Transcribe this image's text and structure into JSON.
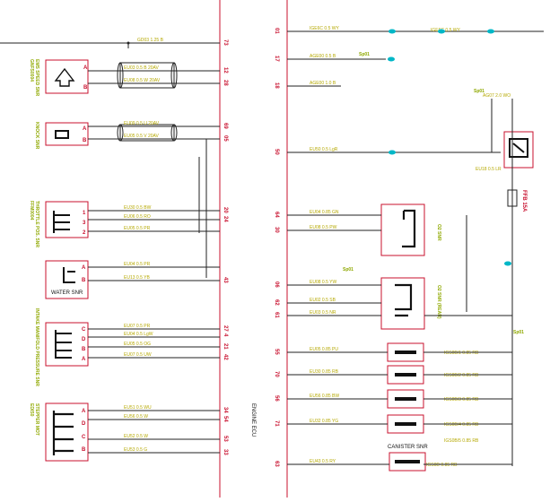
{
  "colors": {
    "wire": "#222222",
    "connector": "#c8102e",
    "label": "#b5a800",
    "splice": "#8fa800",
    "cyan": "#00b7c7"
  },
  "ecu": {
    "title": "ENGINE ECU"
  },
  "left_sensors": [
    {
      "id": "egs",
      "name": "EMS SPEED SNR",
      "part": "GNFS0004",
      "pin_labels": [
        "A",
        "B"
      ]
    },
    {
      "id": "knock",
      "name": "KNOCK SNR",
      "part": "",
      "pin_labels": [
        "A",
        "B"
      ]
    },
    {
      "id": "throttle",
      "name": "THROTTLE POS. SNR",
      "part": "FFM0004",
      "pin_labels": [
        "1",
        "3",
        "2"
      ]
    },
    {
      "id": "water",
      "name": "WATER SNR",
      "part": "",
      "pin_labels": [
        "A",
        "B"
      ]
    },
    {
      "id": "map",
      "name": "INTAKE MANIFOLD PRESSURE SNR",
      "part": "",
      "pin_labels": [
        "C",
        "D",
        "B",
        "A"
      ]
    },
    {
      "id": "stepper",
      "name": "STEPPER MOT",
      "part": "EDIS0",
      "pin_labels": [
        "A",
        "D",
        "C",
        "B"
      ]
    }
  ],
  "right_devices": [
    {
      "id": "o2up",
      "name": "O2 SNR"
    },
    {
      "id": "o2dn",
      "name": "O2 SNR (REAR)"
    },
    {
      "id": "canister",
      "name": "CANISTER SNR"
    },
    {
      "id": "fuse",
      "name": "FFB 15A"
    }
  ],
  "left_wires": [
    {
      "label": "GD03 1.25 B",
      "pin": "73"
    },
    {
      "label": "EU03 0.5 B 20AV",
      "pin": "12"
    },
    {
      "label": "EU08 0.5 W 20AV",
      "pin": "28"
    },
    {
      "label": "EU09 0.5 U 20AV",
      "pin": "69"
    },
    {
      "label": "EU05 0.5 V 20AV",
      "pin": "05"
    },
    {
      "label": "EU30 0.5 BW",
      "pin": "20"
    },
    {
      "label": "EU06 0.5 RO",
      "pin": "24"
    },
    {
      "label": "EU05 0.5 PR",
      "pin": ""
    },
    {
      "label": "EU04 0.5 PR",
      "pin": ""
    },
    {
      "label": "EU13 0.5 YB",
      "pin": "43"
    },
    {
      "label": "EU07 0.5 PR",
      "pin": "27"
    },
    {
      "label": "EU04 0.5 LgW",
      "pin": "4"
    },
    {
      "label": "EU05 0.5 OG",
      "pin": "21"
    },
    {
      "label": "EU07 0.5 UW",
      "pin": "42"
    },
    {
      "label": "EU51 0.5 WU",
      "pin": "34"
    },
    {
      "label": "EU56 0.5 W",
      "pin": "54"
    },
    {
      "label": "EU52 0.5 W",
      "pin": "53"
    },
    {
      "label": "EU53 0.5 G",
      "pin": "33"
    }
  ],
  "right_wires": [
    {
      "label": "IGE6C 0.5 WY",
      "pin": "01"
    },
    {
      "label": "AGE00 0.5 B",
      "pin": "17"
    },
    {
      "label": "AGE00 1.0 B",
      "pin": "18"
    },
    {
      "label": "EU50 0.5 LgR",
      "pin": "50"
    },
    {
      "label": "EU04 0.85 GN",
      "pin": "64"
    },
    {
      "label": "EU08 0.5 PW",
      "pin": "30"
    },
    {
      "label": "EU08 0.5 YW",
      "pin": "06"
    },
    {
      "label": "EU02 0.5 SB",
      "pin": "62"
    },
    {
      "label": "EU03 0.5 NR",
      "pin": "61"
    },
    {
      "label": "EU05 0.85 PU",
      "pin": "55"
    },
    {
      "label": "EU30 0.85 RB",
      "pin": "70"
    },
    {
      "label": "EU56 0.85 BW",
      "pin": "56"
    },
    {
      "label": "EU32 0.85 YG",
      "pin": "71"
    },
    {
      "label": "EU43 0.5 RY",
      "pin": "63"
    }
  ],
  "right_side_labels": [
    "IGE6C 0.5 WY",
    "AG07 2.0 WO",
    "IGS0B/1 0.85 RB",
    "IGS0B/2 0.85 RB",
    "IGS0B/3 0.85 RB",
    "IGS0B/4 0.85 RB",
    "IGS0B/5 0.85 RB",
    "IGS0D 0.85 RB",
    "EU18 0.5 LR"
  ],
  "splice_labels": [
    "Sp01",
    "Sp01",
    "Sp01",
    "Sp01"
  ]
}
